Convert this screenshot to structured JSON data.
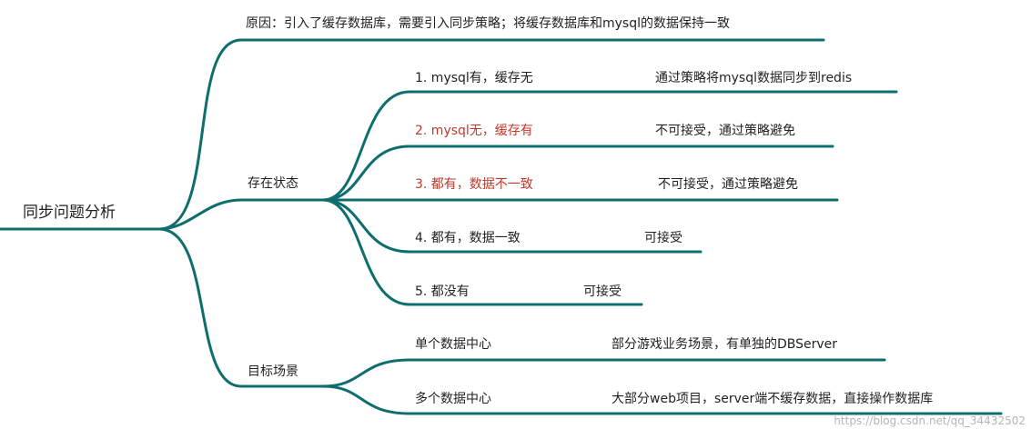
{
  "colors": {
    "branch": "#0e6e6e",
    "text": "#222222",
    "highlight": "#c0392b"
  },
  "root": {
    "label": "同步问题分析"
  },
  "reason": {
    "label": "原因：引入了缓存数据库，需要引入同步策略；将缓存数据库和mysql的数据保持一致"
  },
  "states": {
    "label": "存在状态",
    "items": [
      {
        "label": "1. mysql有，缓存无",
        "detail": "通过策略将mysql数据同步到redis",
        "highlight": false
      },
      {
        "label": "2. mysql无，缓存有",
        "detail": "不可接受，通过策略避免",
        "highlight": true
      },
      {
        "label": "3. 都有，数据不一致",
        "detail": "不可接受，通过策略避免",
        "highlight": true
      },
      {
        "label": "4. 都有，数据一致",
        "detail": "可接受",
        "highlight": false
      },
      {
        "label": "5. 都没有",
        "detail": "可接受",
        "highlight": false
      }
    ]
  },
  "scenarios": {
    "label": "目标场景",
    "items": [
      {
        "label": "单个数据中心",
        "detail": "部分游戏业务场景，有单独的DBServer"
      },
      {
        "label": "多个数据中心",
        "detail": "大部分web项目，server端不缓存数据，直接操作数据库"
      }
    ]
  },
  "watermark": "https://blog.csdn.net/qq_34432502"
}
